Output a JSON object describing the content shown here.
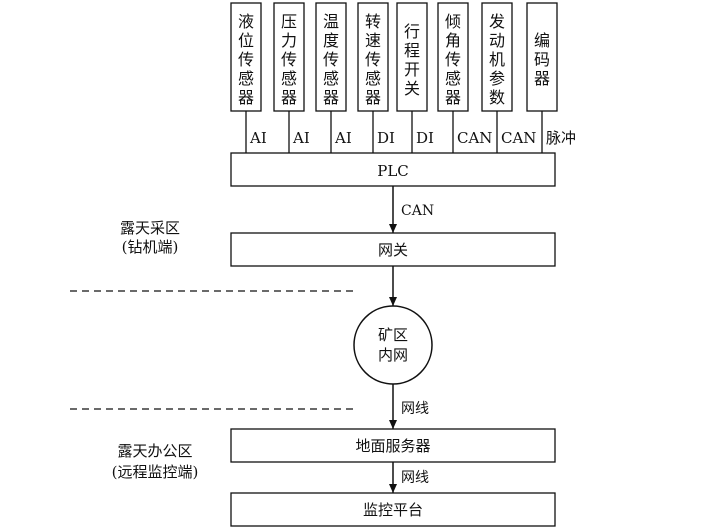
{
  "sensors": [
    {
      "id": "level",
      "label": "液位传感器",
      "signal": "AI"
    },
    {
      "id": "pressure",
      "label": "压力传感器",
      "signal": "AI"
    },
    {
      "id": "temp",
      "label": "温度传感器",
      "signal": "AI"
    },
    {
      "id": "speed",
      "label": "转速传感器",
      "signal": "DI"
    },
    {
      "id": "travel",
      "label": "行程开关",
      "signal": "DI"
    },
    {
      "id": "tilt",
      "label": "倾角传感器",
      "signal": "CAN"
    },
    {
      "id": "engine",
      "label": "发动机参数",
      "signal": "CAN"
    },
    {
      "id": "encoder",
      "label": "编码器",
      "signal": "脉冲"
    }
  ],
  "plc": "PLC",
  "link_plc_gateway": "CAN",
  "gateway": "网关",
  "network_top": "矿区",
  "network_bottom": "内网",
  "link_net_server": "网线",
  "server": "地面服务器",
  "link_server_monitor": "网线",
  "monitor": "监控平台",
  "zone_drill": {
    "name": "露天采区",
    "sub": "(钻机端)"
  },
  "zone_office": {
    "name": "露天办公区",
    "sub": "(远程监控端)"
  },
  "colors": {
    "stroke": "#111111",
    "background": "#ffffff"
  }
}
